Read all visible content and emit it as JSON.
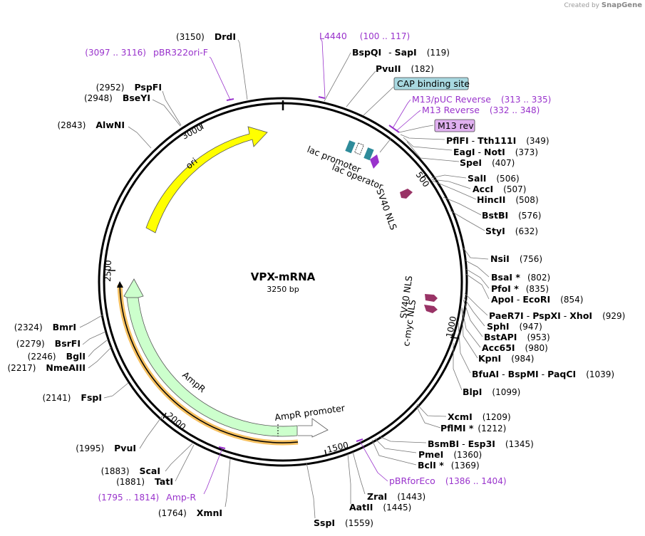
{
  "credit": {
    "prefix": "Created by",
    "brand": "SnapGene"
  },
  "plasmid": {
    "name": "VPX-mRNA",
    "length": "3250 bp"
  },
  "enzymes_right": [
    {
      "name": "BspQI",
      "name2": "SapI",
      "pos": "(119)"
    },
    {
      "name": "PvuII",
      "pos": "(182)"
    },
    {
      "name": "PflFI",
      "name2": "Tth111I",
      "pos": "(349)"
    },
    {
      "name": "EagI",
      "name2": "NotI",
      "pos": "(373)"
    },
    {
      "name": "SpeI",
      "pos": "(407)"
    },
    {
      "name": "SalI",
      "pos": "(506)"
    },
    {
      "name": "AccI",
      "pos": "(507)"
    },
    {
      "name": "HincII",
      "pos": "(508)"
    },
    {
      "name": "BstBI",
      "pos": "(576)"
    },
    {
      "name": "StyI",
      "pos": "(632)"
    },
    {
      "name": "NsiI",
      "pos": "(756)"
    },
    {
      "name": "BsaI *",
      "pos": "(802)"
    },
    {
      "name": "PfoI *",
      "pos": "(835)"
    },
    {
      "name": "ApoI",
      "name2": "EcoRI",
      "pos": "(854)"
    },
    {
      "name": "PaeR7I",
      "name2": "PspXI",
      "name3": "XhoI",
      "pos": "(929)"
    },
    {
      "name": "SphI",
      "pos": "(947)"
    },
    {
      "name": "BstAPI",
      "pos": "(953)"
    },
    {
      "name": "Acc65I",
      "pos": "(980)"
    },
    {
      "name": "KpnI",
      "pos": "(984)"
    },
    {
      "name": "BfuAI",
      "name2": "BspMI",
      "name3": "PaqCI",
      "pos": "(1039)"
    },
    {
      "name": "BlpI",
      "pos": "(1099)"
    },
    {
      "name": "XcmI",
      "pos": "(1209)"
    },
    {
      "name": "PflMI *",
      "pos": "(1212)"
    },
    {
      "name": "BsmBI",
      "name2": "Esp3I",
      "pos": "(1345)"
    },
    {
      "name": "PmeI",
      "pos": "(1360)"
    },
    {
      "name": "BclI *",
      "pos": "(1369)"
    },
    {
      "name": "ZraI",
      "pos": "(1443)"
    },
    {
      "name": "AatII",
      "pos": "(1445)"
    },
    {
      "name": "SspI",
      "pos": "(1559)"
    }
  ],
  "enzymes_left": [
    {
      "name": "DrdI",
      "pos": "(3150)"
    },
    {
      "name": "PspFI",
      "pos": "(2952)"
    },
    {
      "name": "BseYI",
      "pos": "(2948)"
    },
    {
      "name": "AlwNI",
      "pos": "(2843)"
    },
    {
      "name": "BmrI",
      "pos": "(2324)"
    },
    {
      "name": "BsrFI",
      "pos": "(2279)"
    },
    {
      "name": "BglI",
      "pos": "(2246)"
    },
    {
      "name": "NmeAIII",
      "pos": "(2217)"
    },
    {
      "name": "FspI",
      "pos": "(2141)"
    },
    {
      "name": "PvuI",
      "pos": "(1995)"
    },
    {
      "name": "ScaI",
      "pos": "(1883)"
    },
    {
      "name": "TatI",
      "pos": "(1881)"
    },
    {
      "name": "XmnI",
      "pos": "(1764)"
    }
  ],
  "primers": [
    {
      "name": "L4440",
      "range": "(100 .. 117)"
    },
    {
      "name": "pBR322ori-F",
      "range": "(3097 .. 3116)"
    },
    {
      "name": "M13/pUC Reverse",
      "range": "(313 .. 335)"
    },
    {
      "name": "M13 Reverse",
      "range": "(332 .. 348)"
    },
    {
      "name": "pBRforEco",
      "range": "(1386 .. 1404)"
    },
    {
      "name": "Amp-R",
      "range": "(1795 .. 1814)"
    }
  ],
  "boxed_features": [
    {
      "name": "CAP binding site",
      "color": "#a8d8e0"
    },
    {
      "name": "M13 rev",
      "color": "#e0b0f0"
    }
  ],
  "features": {
    "ori": "ori",
    "ampr": "AmpR",
    "ampr_promoter": "AmpR promoter",
    "lac_promoter": "lac promoter",
    "lac_operator": "lac operator",
    "sv40_nls_1": "SV40 NLS",
    "sv40_nls_2": "SV40 NLS",
    "cmyc_nls": "c-myc NLS"
  },
  "ticks": [
    "500",
    "1000",
    "1500",
    "2000",
    "2500",
    "3000"
  ],
  "colors": {
    "ori": "#ffff00",
    "ampr": "#ccffcc",
    "ampr_primer": "#f5c060",
    "primer": "#9933cc",
    "nls": "#993366",
    "lac": "#2e8b9a",
    "backbone": "#000000"
  }
}
